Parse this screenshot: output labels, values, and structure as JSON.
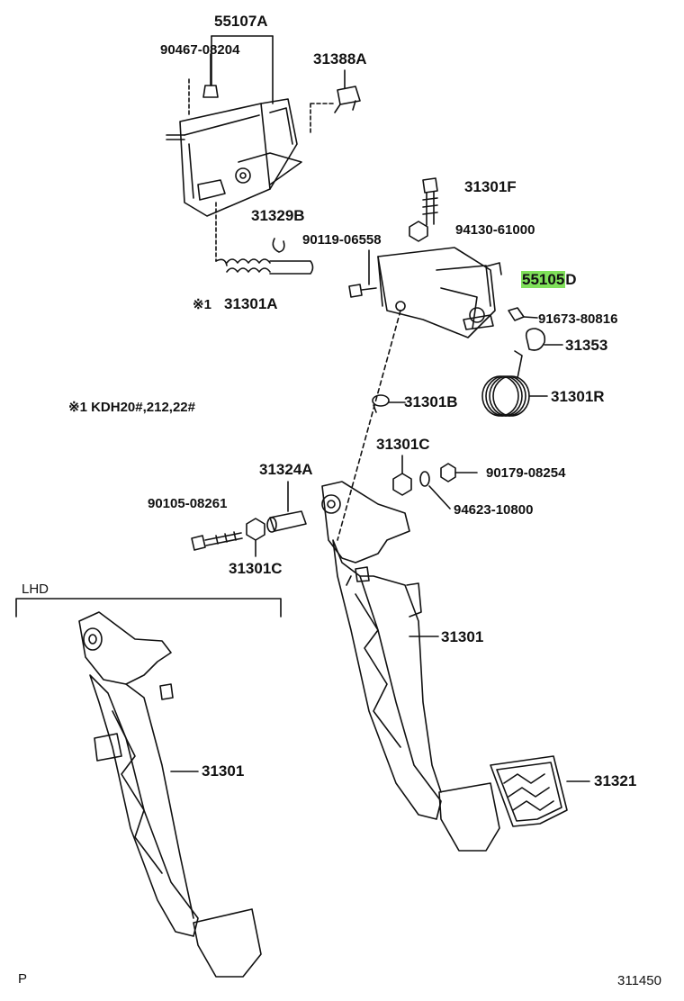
{
  "parts": {
    "p55107A": "55107A",
    "p90467": "90467-08204",
    "p31388A": "31388A",
    "p31301F": "31301F",
    "p94130": "94130-61000",
    "p31329B": "31329B",
    "p90119": "90119-06558",
    "p55105D_a": "55105",
    "p55105D_b": "D",
    "p91673": "91673-80816",
    "p31301A_mark": "※1",
    "p31301A": "31301A",
    "p31353": "31353",
    "p31301R": "31301R",
    "p31301B": "31301B",
    "p31301C_top": "31301C",
    "p90179": "90179-08254",
    "p31324A": "31324A",
    "p94623": "94623-10800",
    "p90105": "90105-08261",
    "p31301C_bot": "31301C",
    "p31301_rhd": "31301",
    "p31301_lhd": "31301",
    "p31321": "31321"
  },
  "notes": {
    "footnote": "※1 KDH20#,212,22#",
    "lhd": "LHD",
    "corner_p": "P",
    "diagram_id": "311450"
  },
  "highlight_color": "#7fe05a"
}
